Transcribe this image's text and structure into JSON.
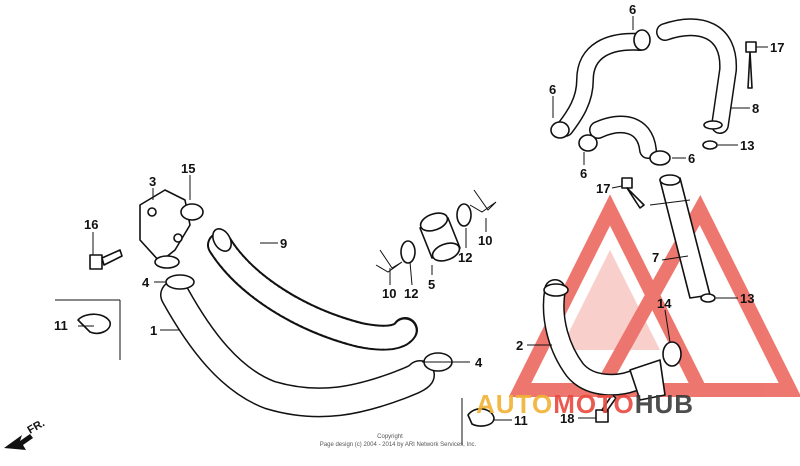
{
  "callouts": {
    "c1": "1",
    "c2": "2",
    "c3": "3",
    "c4a": "4",
    "c4b": "4",
    "c5": "5",
    "c6a": "6",
    "c6b": "6",
    "c6c": "6",
    "c6d": "6",
    "c7": "7",
    "c8": "8",
    "c9": "9",
    "c10a": "10",
    "c10b": "10",
    "c11a": "11",
    "c11b": "11",
    "c12a": "12",
    "c12b": "12",
    "c13a": "13",
    "c13b": "13",
    "c14": "14",
    "c15": "15",
    "c16": "16",
    "c17a": "17",
    "c17b": "17",
    "c18": "18"
  },
  "direction_label": "FR.",
  "copyright": {
    "line1": "Copyright",
    "line2": "Page design (c) 2004 - 2014 by ARI Network Services, Inc."
  },
  "watermark": {
    "part1": "AUTO",
    "part2": "MOTO",
    "part3": "HUB",
    "colors": {
      "auto": "#f2b233",
      "moto": "#e8493f",
      "hub": "#3a3a3a",
      "triangle": "#e8493f"
    }
  }
}
